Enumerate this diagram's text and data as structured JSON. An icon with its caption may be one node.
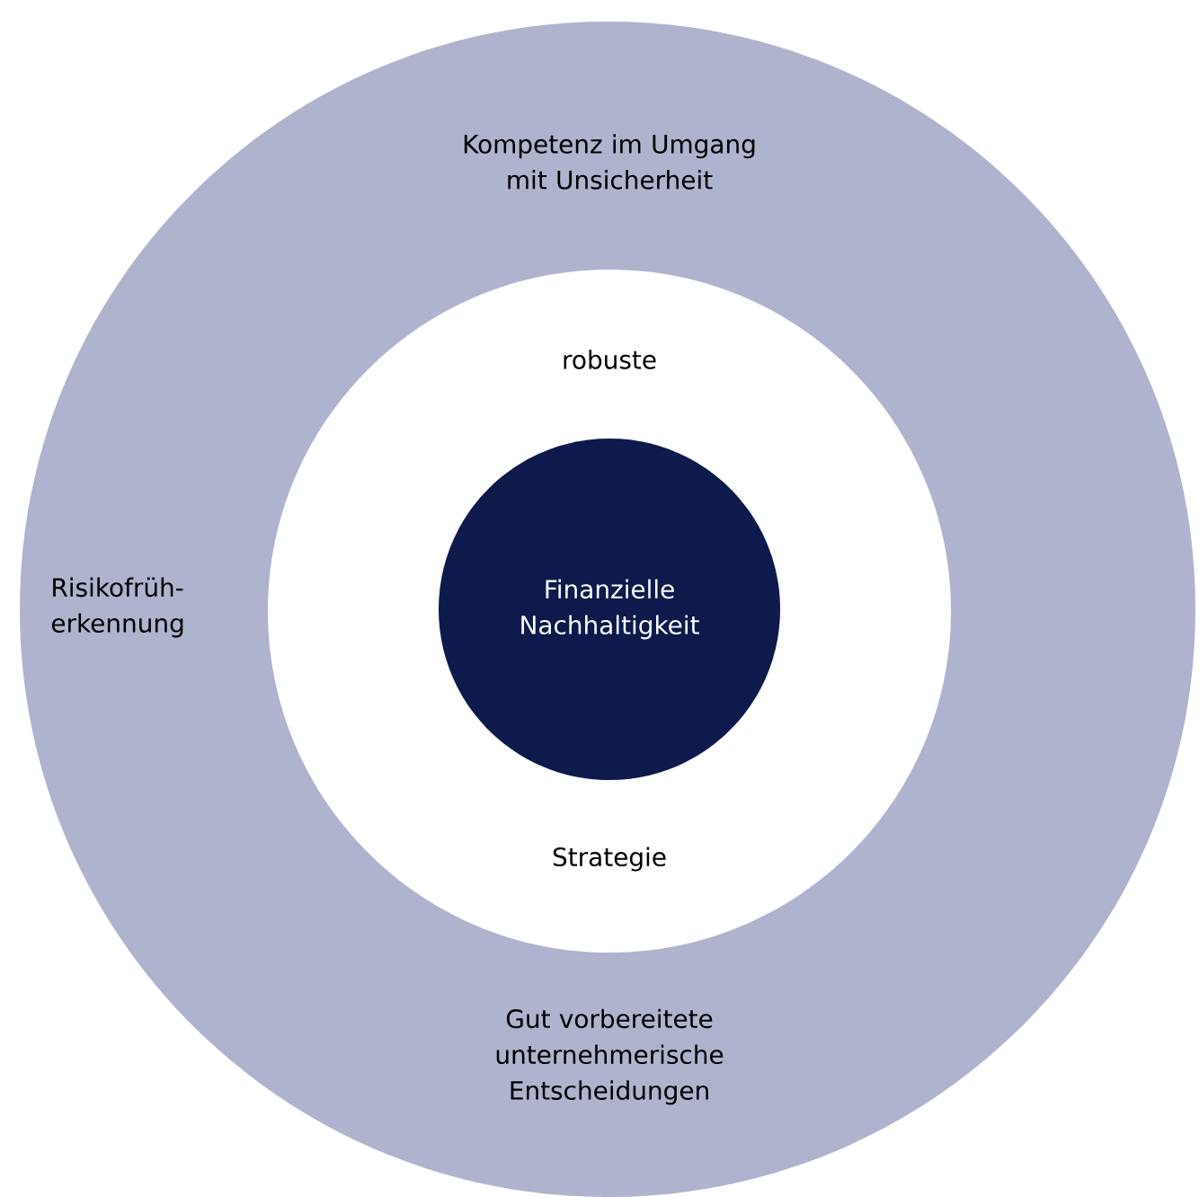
{
  "diagram": {
    "nodes": [
      {
        "text": [
          "Kompetenz im Umgang mit Unsicherheit",
          "Risikofrüh- erkennung",
          "Gut vorbereitete unternehmerische Entscheidungen"
        ]
      },
      {
        "text": [
          "robuste",
          "Strategie"
        ],
        "in": 0
      },
      {
        "text": [
          "Finanzielle Nachhaltigkeit"
        ],
        "in": 1
      }
    ]
  }
}
